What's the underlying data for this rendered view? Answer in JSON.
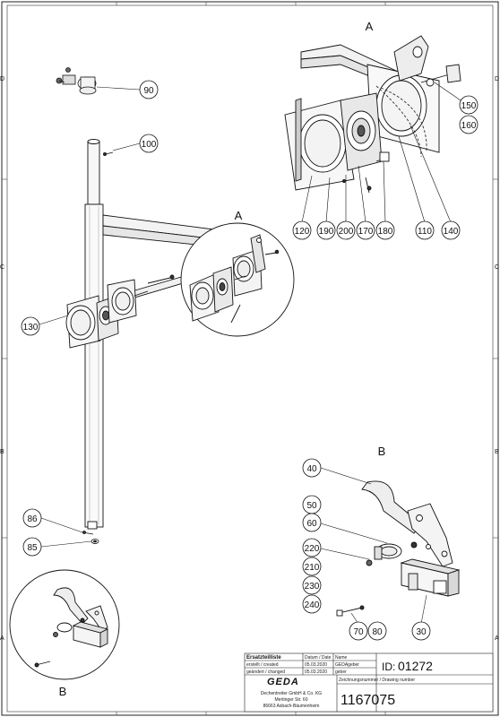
{
  "views": {
    "a_top": "A",
    "a_detail": "A",
    "b_right": "B",
    "b_circle": "B"
  },
  "callouts": {
    "c90": "90",
    "c100": "100",
    "c130": "130",
    "c86": "86",
    "c85": "85",
    "c150": "150",
    "c160": "160",
    "c120": "120",
    "c190": "190",
    "c200": "200",
    "c170": "170",
    "c180": "180",
    "c110": "110",
    "c140": "140",
    "c40": "40",
    "c50": "50",
    "c60": "60",
    "c220": "220",
    "c210": "210",
    "c230": "230",
    "c240": "240",
    "c70": "70",
    "c80": "80",
    "c30": "30"
  },
  "title_block": {
    "heading": "Ersatzteilliste",
    "col_date": "Datum / Date",
    "col_name": "Name",
    "row1_label": "erstellt / created",
    "row1_date": "05.03.2020",
    "row1_name": "GEDAgeber",
    "row2_label": "geändert / changed",
    "row2_date": "05.03.2020",
    "row2_name": "geber",
    "id_label": "ID:",
    "id_value": "01272",
    "drawing_label": "Zeichnungsnummer / Drawing number",
    "drawing_number": "1167075",
    "logo": "GEDA",
    "company": "Dechentreiter GmbH & Co. KG",
    "street": "Mertinger Str. 60",
    "city": "86663 Asbach-Bäumenheim"
  },
  "frame_marks": {
    "left": [
      "D",
      "C",
      "B",
      "A"
    ],
    "right": [
      "D",
      "C",
      "B",
      "A"
    ]
  }
}
